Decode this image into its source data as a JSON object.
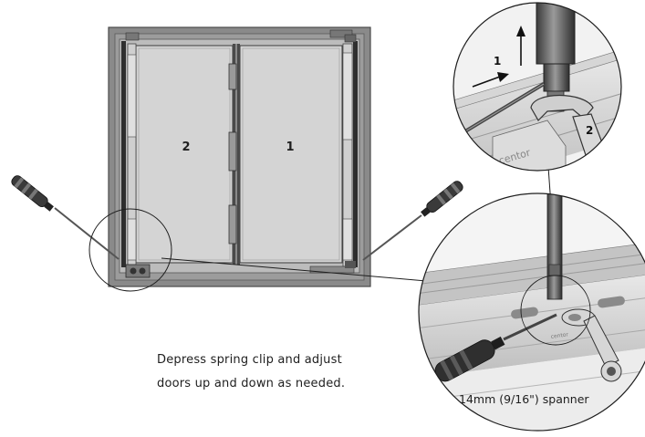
{
  "door_labels": {
    "left": "2",
    "right": "1"
  },
  "top_detail": {
    "step_one": "1",
    "step_two": "2",
    "brand": "centor"
  },
  "bottom_detail": {
    "brand": "centor",
    "spanner_label": "14mm (9/16\") spanner"
  },
  "caption": {
    "line1": "Depress spring clip and adjust",
    "line2": "doors up and down as needed."
  }
}
